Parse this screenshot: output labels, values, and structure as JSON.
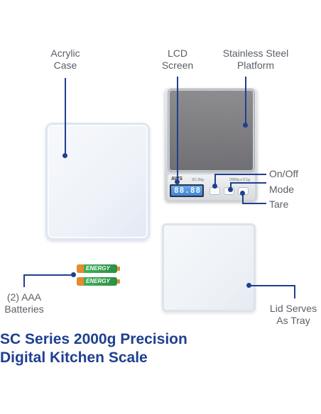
{
  "labels": {
    "acrylic_case": "Acrylic\nCase",
    "lcd_screen": "LCD\nScreen",
    "platform": "Stainless Steel\nPlatform",
    "on_off": "On/Off",
    "mode": "Mode",
    "tare": "Tare",
    "batteries": "(2) AAA\nBatteries",
    "lid": "Lid Serves\nAs Tray"
  },
  "title": {
    "line1": "SC Series 2000g Precision",
    "line2": "Digital Kitchen Scale"
  },
  "scale": {
    "brand": "AWS",
    "lcd_reading": "88.88",
    "capacity_text": "2000g x 0.1g",
    "model": "SC-2kg"
  },
  "battery_brand": "ENERGY",
  "colors": {
    "accent": "#1f3f8f"
  }
}
